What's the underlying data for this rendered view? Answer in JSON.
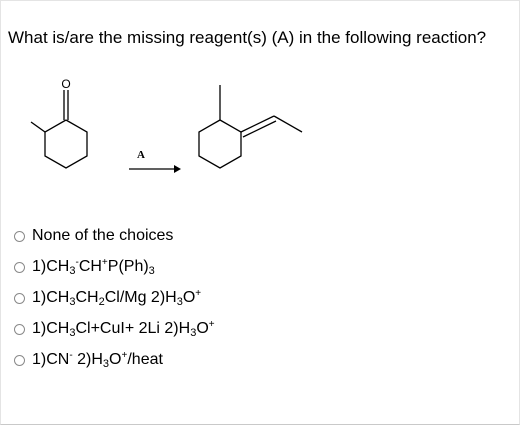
{
  "question": "What is/are the missing reagent(s) (A) in the following reaction?",
  "scheme": {
    "oxygen_label": "O",
    "reagent_label": "A"
  },
  "choices": [
    {
      "parts": [
        {
          "t": "None of the choices"
        }
      ]
    },
    {
      "parts": [
        {
          "t": "1)CH"
        },
        {
          "sub": "3"
        },
        {
          "sup": "-"
        },
        {
          "t": "CH"
        },
        {
          "sup": "+"
        },
        {
          "t": "P(Ph)"
        },
        {
          "sub": "3"
        }
      ]
    },
    {
      "parts": [
        {
          "t": "1)CH"
        },
        {
          "sub": "3"
        },
        {
          "t": "CH"
        },
        {
          "sub": "2"
        },
        {
          "t": "Cl/Mg 2)H"
        },
        {
          "sub": "3"
        },
        {
          "t": "O"
        },
        {
          "sup": "+"
        }
      ]
    },
    {
      "parts": [
        {
          "t": "1)CH"
        },
        {
          "sub": "3"
        },
        {
          "t": "Cl+CuI+ 2Li 2)H"
        },
        {
          "sub": "3"
        },
        {
          "t": "O"
        },
        {
          "sup": "+"
        }
      ]
    },
    {
      "parts": [
        {
          "t": "1)CN"
        },
        {
          "sup": "-"
        },
        {
          "t": " 2)H"
        },
        {
          "sub": "3"
        },
        {
          "t": "O"
        },
        {
          "sup": "+"
        },
        {
          "t": "/heat"
        }
      ]
    }
  ]
}
